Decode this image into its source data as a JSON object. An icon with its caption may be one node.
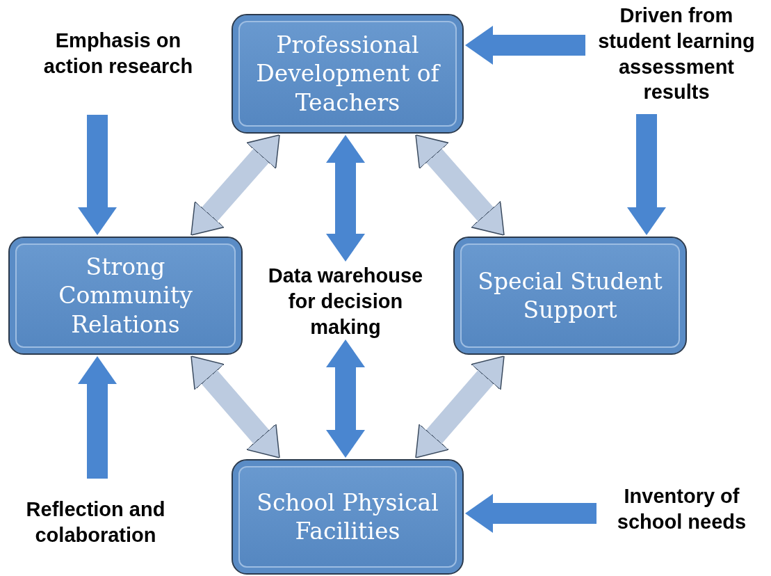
{
  "diagram": {
    "nodes": [
      {
        "text": [
          "Professional Development of Teachers"
        ]
      },
      {
        "text": [
          "Strong Community Relations"
        ]
      },
      {
        "text": [
          "Special Student Support"
        ]
      },
      {
        "text": [
          "School Physical Facilities"
        ]
      },
      {
        "text": [
          "Emphasis on action research"
        ]
      },
      {
        "text": [
          "Driven from student learning assessment results"
        ]
      },
      {
        "text": [
          "Data warehouse for decision making"
        ]
      },
      {
        "text": [
          "Reflection and colaboration"
        ]
      },
      {
        "text": [
          "Inventory of school needs"
        ]
      }
    ],
    "edges": [
      {
        "from": 4,
        "to": 1,
        "arrow": "to"
      },
      {
        "from": 5,
        "to": 0,
        "arrow": "to"
      },
      {
        "from": 5,
        "to": 2,
        "arrow": "to"
      },
      {
        "from": 7,
        "to": 1,
        "arrow": "to"
      },
      {
        "from": 8,
        "to": 3,
        "arrow": "to"
      },
      {
        "from": 0,
        "to": 1,
        "arrow": "both",
        "color": "#bccbe0"
      },
      {
        "from": 0,
        "to": 2,
        "arrow": "both",
        "color": "#bccbe0"
      },
      {
        "from": 1,
        "to": 3,
        "arrow": "both",
        "color": "#bccbe0"
      },
      {
        "from": 2,
        "to": 3,
        "arrow": "both",
        "color": "#bccbe0"
      },
      {
        "from": 0,
        "to": 6,
        "arrow": "both"
      },
      {
        "from": 6,
        "to": 3,
        "arrow": "both"
      }
    ]
  }
}
